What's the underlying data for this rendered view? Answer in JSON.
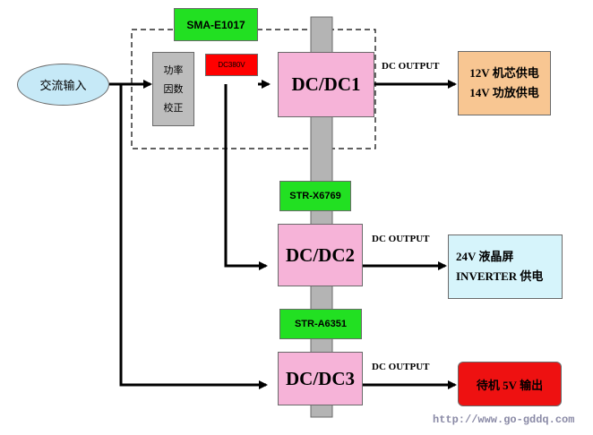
{
  "blocks": {
    "input": "交流输入",
    "pfc": [
      "功率",
      "因数",
      "校正"
    ],
    "dc380": "DC380V",
    "sma": "SMA-E1017",
    "dc1": "DC/DC1",
    "dc2": "DC/DC2",
    "dc3": "DC/DC3",
    "strx": "STR-X6769",
    "stra": "STR-A6351"
  },
  "labels": {
    "out1": "DC OUTPUT",
    "out2": "DC OUTPUT",
    "out3": "DC OUTPUT"
  },
  "outputs": {
    "o1": [
      "12V 机芯供电",
      "14V  功放供电"
    ],
    "o2": [
      "24V 液晶屏",
      "INVERTER 供电"
    ],
    "o3": "待机 5V 输出"
  },
  "watermark": "http://www.go-gddq.com",
  "colors": {
    "dc_fill": "#f6b3d8",
    "chip_fill": "#22e022",
    "bus_fill": "#b4b4b4",
    "pfc_fill": "#bdbdbd",
    "dc380_fill": "#ff0000",
    "input_fill": "#c6e9f7",
    "out1_fill": "#f8c692",
    "out2_fill": "#d6f4fb",
    "out3_fill": "#ee1111"
  }
}
